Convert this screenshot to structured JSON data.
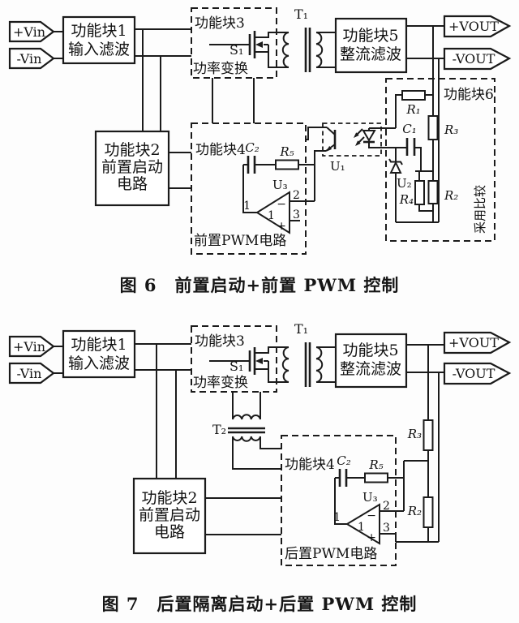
{
  "fig6": {
    "caption": "图 6　前置启动+前置 PWM 控制",
    "vin_plus": "+Vin",
    "vin_minus": "-Vin",
    "vout_plus": "+VOUT",
    "vout_minus": "-VOUT",
    "block1_l1": "功能块1",
    "block1_l2": "输入滤波",
    "block2_l1": "功能块2",
    "block2_l2": "前置启动",
    "block2_l3": "电路",
    "block3_title": "功能块3",
    "block3_footer": "功率变换",
    "s1": "S₁",
    "t1": "T₁",
    "block5_l1": "功能块5",
    "block5_l2": "整流滤波",
    "block6_title": "功能块6",
    "block6_side": "采用比较",
    "r1": "R₁",
    "r2": "R₂",
    "r3": "R₃",
    "r4": "R₄",
    "c1": "C₁",
    "u2": "U₂",
    "u1": "U₁",
    "block4_title": "功能块4",
    "block4_footer": "前置PWM电路",
    "c2": "C₂",
    "r5": "R₅",
    "u3": "U₃",
    "pin1": "1",
    "pin2": "2",
    "pin3": "3",
    "minus": "−",
    "plus": "+",
    "gain": "1"
  },
  "fig7": {
    "caption": "图 7　后置隔离启动+后置 PWM 控制",
    "vin_plus": "+Vin",
    "vin_minus": "-Vin",
    "vout_plus": "+VOUT",
    "vout_minus": "-VOUT",
    "block1_l1": "功能块1",
    "block1_l2": "输入滤波",
    "block2_l1": "功能块2",
    "block2_l2": "前置启动",
    "block2_l3": "电路",
    "block3_title": "功能块3",
    "block3_footer": "功率变换",
    "s1": "S₁",
    "t1": "T₁",
    "t2": "T₂",
    "block5_l1": "功能块5",
    "block5_l2": "整流滤波",
    "r2": "R₂",
    "r3": "R₃",
    "block4_title": "功能块4",
    "block4_footer": "后置PWM电路",
    "c2": "C₂",
    "r5": "R₅",
    "u3": "U₃",
    "pin1": "1",
    "pin2": "2",
    "pin3": "3",
    "minus": "−",
    "plus": "+",
    "gain": "1"
  }
}
